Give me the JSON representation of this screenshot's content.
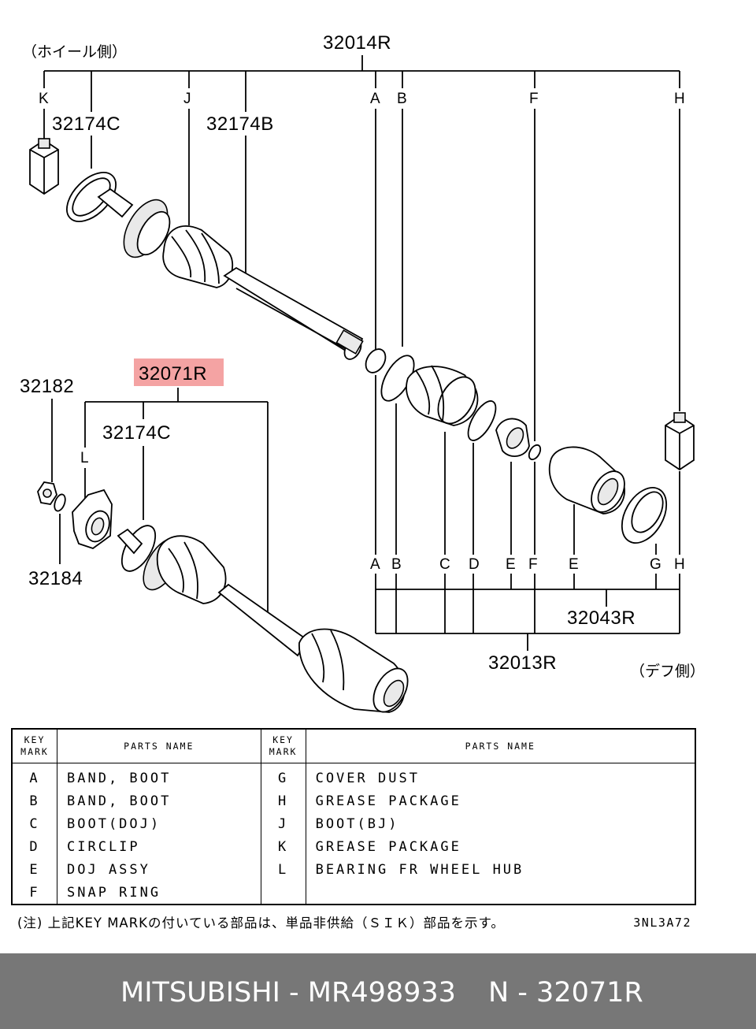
{
  "diagram": {
    "side_labels": {
      "wheel_side": "（ホイール側）",
      "diff_side": "（デフ側）"
    },
    "part_numbers": {
      "p32014R": "32014R",
      "p32174C_top": "32174C",
      "p32174B": "32174B",
      "p32182": "32182",
      "p32071R": "32071R",
      "p32174C_mid": "32174C",
      "p32184": "32184",
      "p32043R": "32043R",
      "p32013R": "32013R"
    },
    "key_letters_top": [
      "K",
      "J",
      "A",
      "B",
      "F",
      "H"
    ],
    "key_letters_bottom": [
      "A",
      "B",
      "C",
      "D",
      "E",
      "F",
      "E",
      "G",
      "H"
    ],
    "key_letter_L": "L",
    "highlight_color": "#f4a3a3"
  },
  "legend": {
    "header_key": [
      "KEY",
      "MARK"
    ],
    "header_name": "PARTS NAME",
    "left": [
      {
        "key": "A",
        "name": "BAND, BOOT"
      },
      {
        "key": "B",
        "name": "BAND, BOOT"
      },
      {
        "key": "C",
        "name": "BOOT(DOJ)"
      },
      {
        "key": "D",
        "name": "CIRCLIP"
      },
      {
        "key": "E",
        "name": "DOJ ASSY"
      },
      {
        "key": "F",
        "name": "SNAP RING"
      }
    ],
    "right": [
      {
        "key": "G",
        "name": "COVER DUST"
      },
      {
        "key": "H",
        "name": "GREASE PACKAGE"
      },
      {
        "key": "J",
        "name": "BOOT(BJ)"
      },
      {
        "key": "K",
        "name": "GREASE PACKAGE"
      },
      {
        "key": "L",
        "name": "BEARING FR WHEEL HUB"
      },
      {
        "key": "",
        "name": ""
      }
    ]
  },
  "note": "(注) 上記KEY MARKの付いている部品は、単品非供給（ＳＩＫ）部品を示す。",
  "diagram_code": "3NL3A72",
  "footer": {
    "brand_part": "MITSUBISHI - MR498933",
    "ref": "N - 32071R",
    "background": "#777777"
  }
}
